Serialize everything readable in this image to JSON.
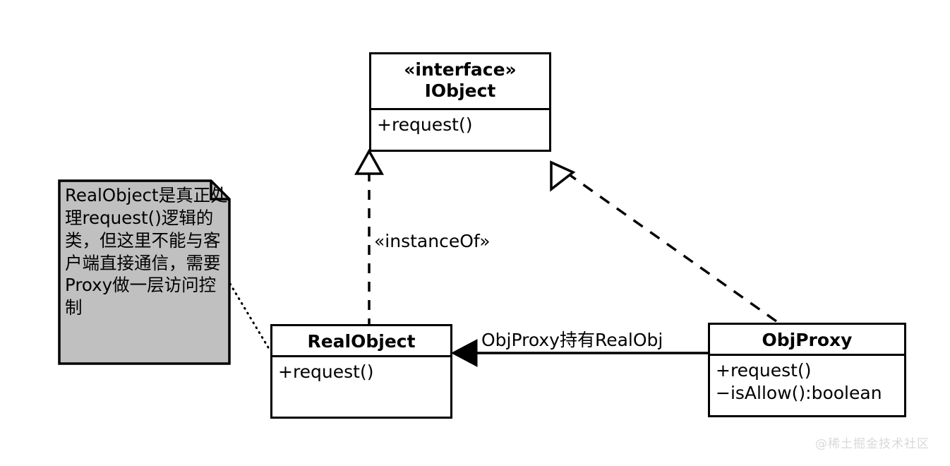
{
  "diagram": {
    "type": "uml-class-diagram",
    "title_visible": false,
    "background_color": "#ffffff",
    "line_color": "#000000",
    "note_fill_color": "#c0c0c0"
  },
  "classes": {
    "interface": {
      "stereotype": "«interface»",
      "name": "IObject",
      "title": "«interface»\nIObject",
      "members": [
        "+request()"
      ]
    },
    "real_object": {
      "name": "RealObject",
      "members": [
        "+request()"
      ]
    },
    "obj_proxy": {
      "name": "ObjProxy",
      "members": [
        "+request()",
        "−isAllow():boolean"
      ]
    }
  },
  "note": {
    "text": "RealObject是真正处理request()逻辑的类，但这里不能与客户端直接通信，需要Proxy做一层访问控制",
    "lines": [
      "RealObject是",
      "真正处理",
      "request()逻辑",
      "的类，但这里不能",
      "与客户端直接通",
      "信，需要Proxy做",
      "一层访问控制"
    ]
  },
  "edges": {
    "instance_of": {
      "label": "«instanceOf»",
      "style": "dashed",
      "arrow": "hollow-triangle",
      "from": "RealObject",
      "to": "IObject"
    },
    "proxy_realization": {
      "label": "",
      "style": "dashed",
      "arrow": "hollow-triangle",
      "from": "ObjProxy",
      "to": "IObject"
    },
    "holds": {
      "label": "ObjProxy持有RealObj",
      "style": "solid",
      "arrow": "filled-arrow",
      "from": "ObjProxy",
      "to": "RealObject"
    },
    "note_link": {
      "label": "",
      "style": "dotted",
      "arrow": "none",
      "from": "note",
      "to": "RealObject"
    }
  },
  "watermark": {
    "text": "@稀土掘金技术社区"
  }
}
